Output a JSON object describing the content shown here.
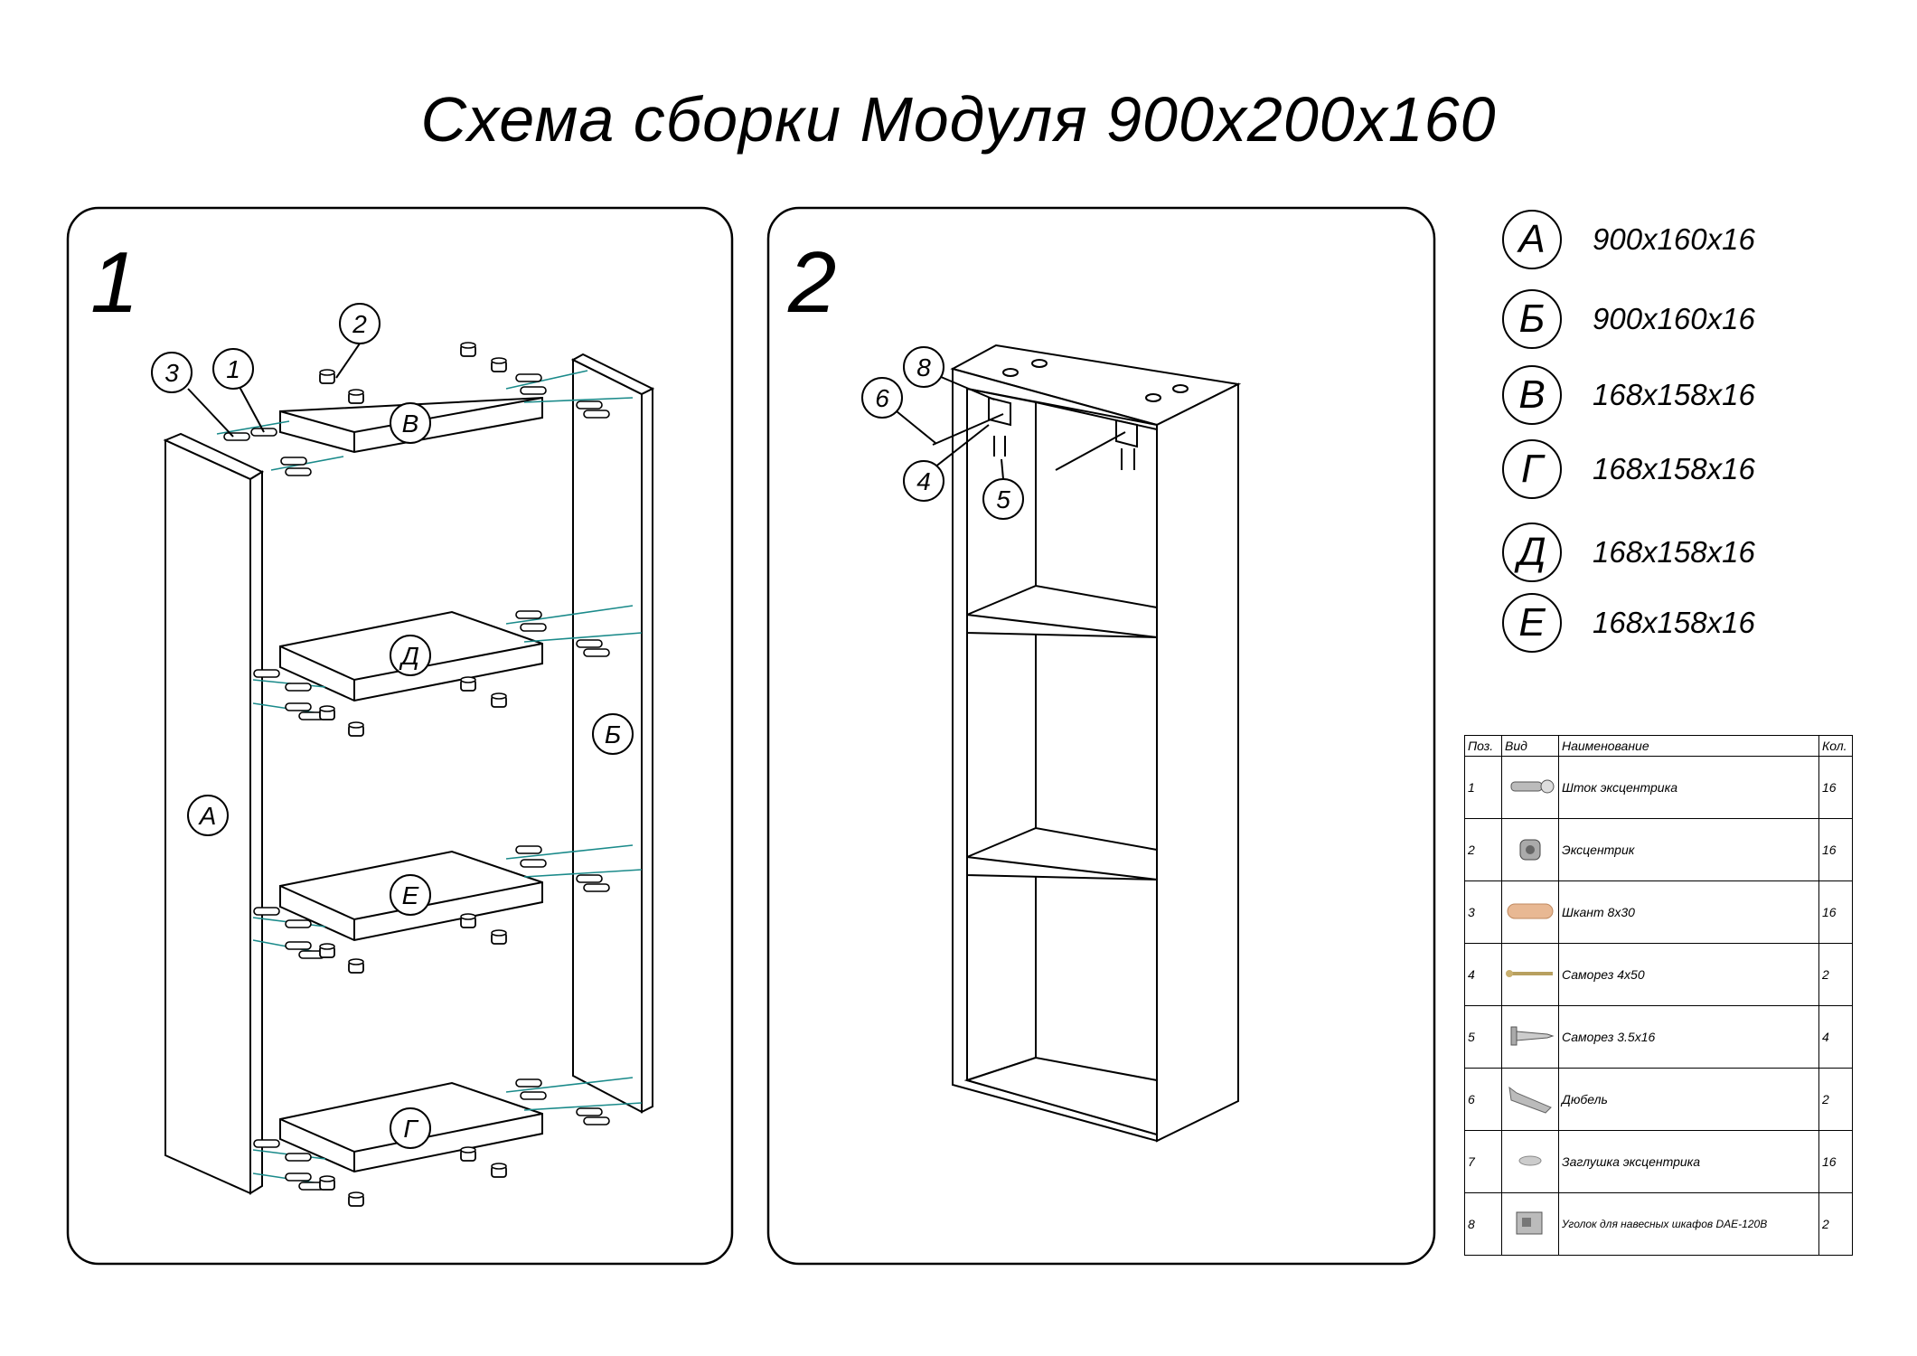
{
  "title": "Схема сборки Модуля 900х200х160",
  "step1": {
    "number": "1",
    "callouts": [
      "3",
      "1",
      "2"
    ],
    "parts": [
      "В",
      "Д",
      "Е",
      "Г",
      "А",
      "Б"
    ]
  },
  "step2": {
    "number": "2",
    "callouts": [
      "8",
      "6",
      "4",
      "5"
    ]
  },
  "legend": [
    {
      "letter": "А",
      "dim": "900х160х16"
    },
    {
      "letter": "Б",
      "dim": "900х160х16"
    },
    {
      "letter": "В",
      "dim": "168х158х16"
    },
    {
      "letter": "Г",
      "dim": "168х158х16"
    },
    {
      "letter": "Д",
      "dim": "168х158х16"
    },
    {
      "letter": "Е",
      "dim": "168х158х16"
    }
  ],
  "table": {
    "headers": [
      "Поз.",
      "Вид",
      "Наименование",
      "Кол."
    ],
    "rows": [
      {
        "pos": "1",
        "icon": "eccentric-rod-icon",
        "name": "Шток эксцентрика",
        "qty": "16"
      },
      {
        "pos": "2",
        "icon": "eccentric-icon",
        "name": "Эксцентрик",
        "qty": "16"
      },
      {
        "pos": "3",
        "icon": "dowel-pin-icon",
        "name": "Шкант 8х30",
        "qty": "16"
      },
      {
        "pos": "4",
        "icon": "screw-long-icon",
        "name": "Саморез 4х50",
        "qty": "2"
      },
      {
        "pos": "5",
        "icon": "screw-short-icon",
        "name": "Саморез 3.5х16",
        "qty": "4"
      },
      {
        "pos": "6",
        "icon": "wall-plug-icon",
        "name": "Дюбель",
        "qty": "2"
      },
      {
        "pos": "7",
        "icon": "cap-icon",
        "name": "Заглушка эксцентрика",
        "qty": "16"
      },
      {
        "pos": "8",
        "icon": "hanger-bracket-icon",
        "name": "Уголок для навесных шкафов DAE-120B",
        "qty": "2"
      }
    ]
  }
}
